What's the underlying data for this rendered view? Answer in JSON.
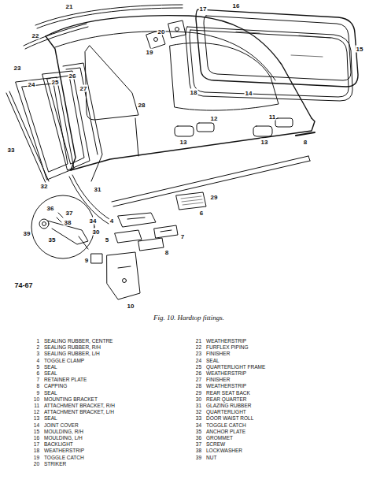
{
  "diagram": {
    "caption": "Fig. 10. Hardtop fittings.",
    "labels": [
      "21",
      "17",
      "16",
      "22",
      "20",
      "19",
      "15",
      "23",
      "24",
      "25",
      "26",
      "27",
      "18",
      "14",
      "28",
      "12",
      "11",
      "13",
      "13",
      "8",
      "33",
      "32",
      "31",
      "30",
      "29",
      "36",
      "37",
      "38",
      "34",
      "35",
      "39",
      "4",
      "6",
      "5",
      "7",
      "8",
      "9",
      "10",
      "74-67",
      "1",
      "SEALING RUBBER, CENTRE",
      "2",
      "SEALING RUBBER, R/H",
      "3",
      "SEALING RUBBER, L/H",
      "4",
      "TOGGLE CLAMP",
      "5",
      "SEAL",
      "6",
      "SEAL",
      "7",
      "RETAINER PLATE",
      "8",
      "CAPPING",
      "9",
      "SEAL",
      "10",
      "MOUNTING BRACKET",
      "11",
      "ATTACHMENT BRACKET, R/H",
      "12",
      "ATTACHMENT BRACKET, L/H",
      "13",
      "SEAL",
      "14",
      "JOINT COVER",
      "15",
      "MOULDING, R/H",
      "16",
      "MOULDING, L/H",
      "17",
      "BACKLIGHT",
      "18",
      "WEATHERSTRIP",
      "19",
      "TOGGLE CATCH",
      "20",
      "STRIKER",
      "21",
      "WEATHERSTRIP",
      "22",
      "FURFLEX PIPING",
      "23",
      "FINISHER",
      "24",
      "SEAL",
      "25",
      "QUARTERLIGHT FRAME",
      "26",
      "WEATHERSTRIP",
      "27",
      "FINISHER",
      "28",
      "WEATHERSTRIP",
      "29",
      "REAR SEAT BACK",
      "30",
      "REAR QUARTER",
      "31",
      "GLAZING RUBBER",
      "32",
      "QUARTERLIGHT",
      "33",
      "DOOR WAIST ROLL",
      "34",
      "TOGGLE CATCH",
      "35",
      "ANCHOR PLATE",
      "36",
      "GROMMET",
      "37",
      "SCREW",
      "38",
      "LOCKWASHER",
      "39",
      "NUT"
    ]
  }
}
